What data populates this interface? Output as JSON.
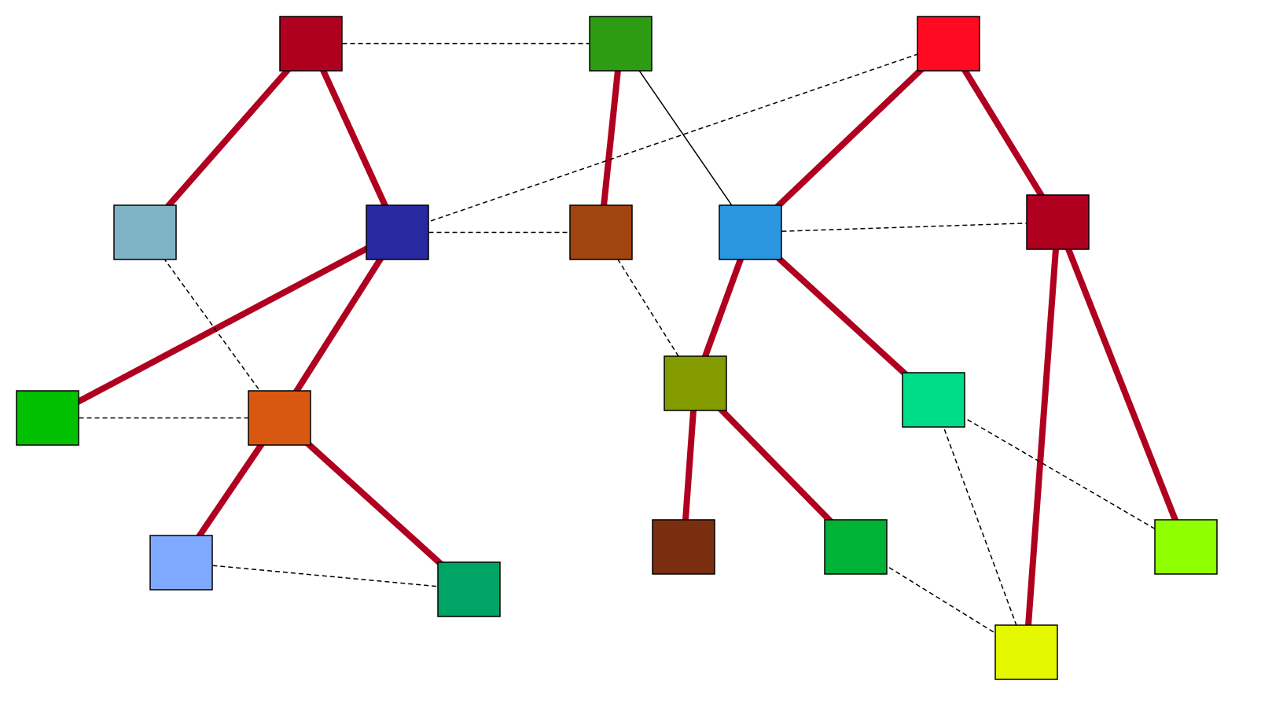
{
  "diagram": {
    "thick_edge_color": "#b00020",
    "nodes": [
      {
        "id": "A",
        "color": "#b00020"
      },
      {
        "id": "B",
        "color": "#2e9c12"
      },
      {
        "id": "C",
        "color": "#ff0a20"
      },
      {
        "id": "D",
        "color": "#80b2c5"
      },
      {
        "id": "E",
        "color": "#2828a0"
      },
      {
        "id": "F",
        "color": "#a04410"
      },
      {
        "id": "G",
        "color": "#2a96e0"
      },
      {
        "id": "H",
        "color": "#b00020"
      },
      {
        "id": "I",
        "color": "#00c000"
      },
      {
        "id": "J",
        "color": "#d85812"
      },
      {
        "id": "K",
        "color": "#849c00"
      },
      {
        "id": "L",
        "color": "#00dd88"
      },
      {
        "id": "M",
        "color": "#80aaff"
      },
      {
        "id": "N",
        "color": "#00a464"
      },
      {
        "id": "O",
        "color": "#7a2e10"
      },
      {
        "id": "P",
        "color": "#00b236"
      },
      {
        "id": "Q",
        "color": "#90ff00"
      },
      {
        "id": "R",
        "color": "#e4f800"
      }
    ],
    "edges": [
      {
        "from": "A",
        "to": "D",
        "style": "thick"
      },
      {
        "from": "A",
        "to": "E",
        "style": "thick"
      },
      {
        "from": "B",
        "to": "F",
        "style": "thick"
      },
      {
        "from": "C",
        "to": "G",
        "style": "thick"
      },
      {
        "from": "C",
        "to": "H",
        "style": "thick"
      },
      {
        "from": "E",
        "to": "I",
        "style": "thick"
      },
      {
        "from": "E",
        "to": "J",
        "style": "thick"
      },
      {
        "from": "G",
        "to": "K",
        "style": "thick"
      },
      {
        "from": "G",
        "to": "L",
        "style": "thick"
      },
      {
        "from": "H",
        "to": "R",
        "style": "thick"
      },
      {
        "from": "H",
        "to": "Q",
        "style": "thick"
      },
      {
        "from": "J",
        "to": "M",
        "style": "thick"
      },
      {
        "from": "J",
        "to": "N",
        "style": "thick"
      },
      {
        "from": "K",
        "to": "O",
        "style": "thick"
      },
      {
        "from": "K",
        "to": "P",
        "style": "thick"
      },
      {
        "from": "B",
        "to": "G",
        "style": "thin"
      },
      {
        "from": "A",
        "to": "B",
        "style": "dashed"
      },
      {
        "from": "C",
        "to": "E",
        "style": "dashed"
      },
      {
        "from": "E",
        "to": "F",
        "style": "dashed"
      },
      {
        "from": "G",
        "to": "H",
        "style": "dashed"
      },
      {
        "from": "D",
        "to": "J",
        "style": "dashed"
      },
      {
        "from": "F",
        "to": "K",
        "style": "dashed"
      },
      {
        "from": "I",
        "to": "J",
        "style": "dashed"
      },
      {
        "from": "M",
        "to": "N",
        "style": "dashed"
      },
      {
        "from": "L",
        "to": "Q",
        "style": "dashed"
      },
      {
        "from": "L",
        "to": "R",
        "style": "dashed"
      },
      {
        "from": "P",
        "to": "R",
        "style": "dashed"
      }
    ]
  }
}
